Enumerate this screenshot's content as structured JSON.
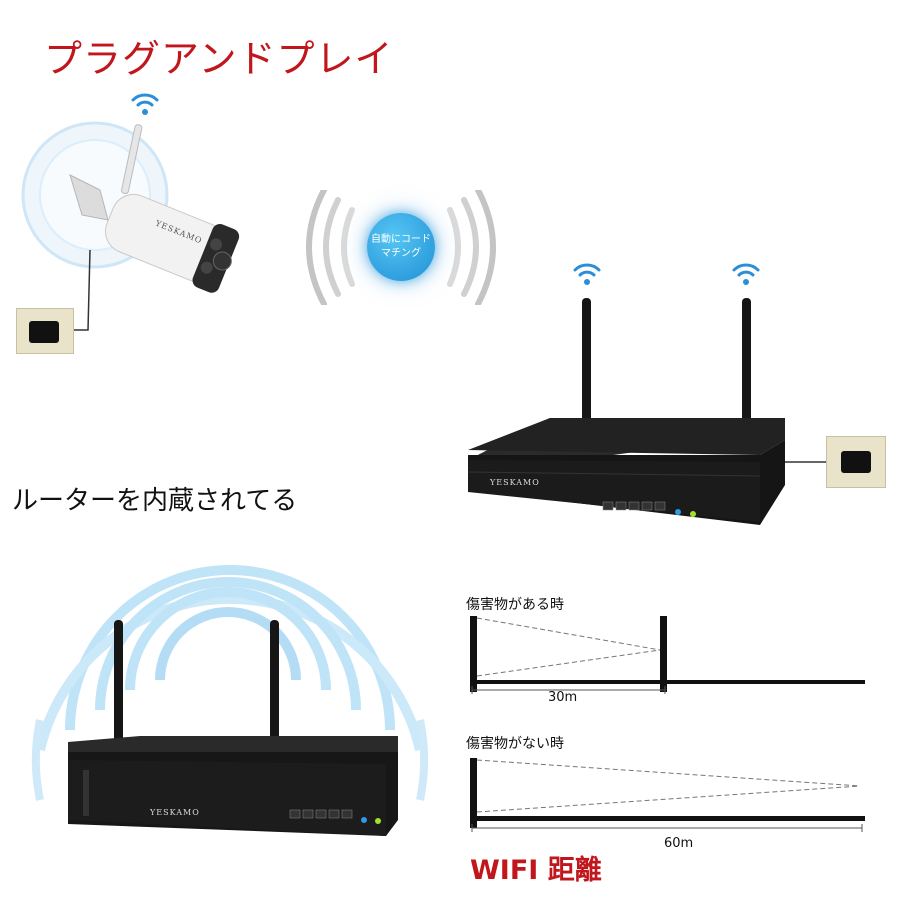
{
  "headline": "プラグアンドプレイ",
  "auto_pairing": {
    "line1": "自動にコード",
    "line2": "マチング"
  },
  "router_caption": "ルーターを内蔵されてる",
  "camera": {
    "brand": "YESKAMO"
  },
  "nvr": {
    "brand": "YESKAMO"
  },
  "range": {
    "with_obstacle": {
      "label": "傷害物がある時",
      "distance": "30m"
    },
    "without_obstacle": {
      "label": "傷害物がない時",
      "distance": "60m"
    }
  },
  "wifi_distance_label": "WIFI  距離",
  "colors": {
    "headline_red": "#c0161c",
    "wifi_blue": "#2a8fd8",
    "ring_blue": "#bfe3f7"
  },
  "icons": [
    "wifi-icon",
    "power-plug-icon"
  ]
}
